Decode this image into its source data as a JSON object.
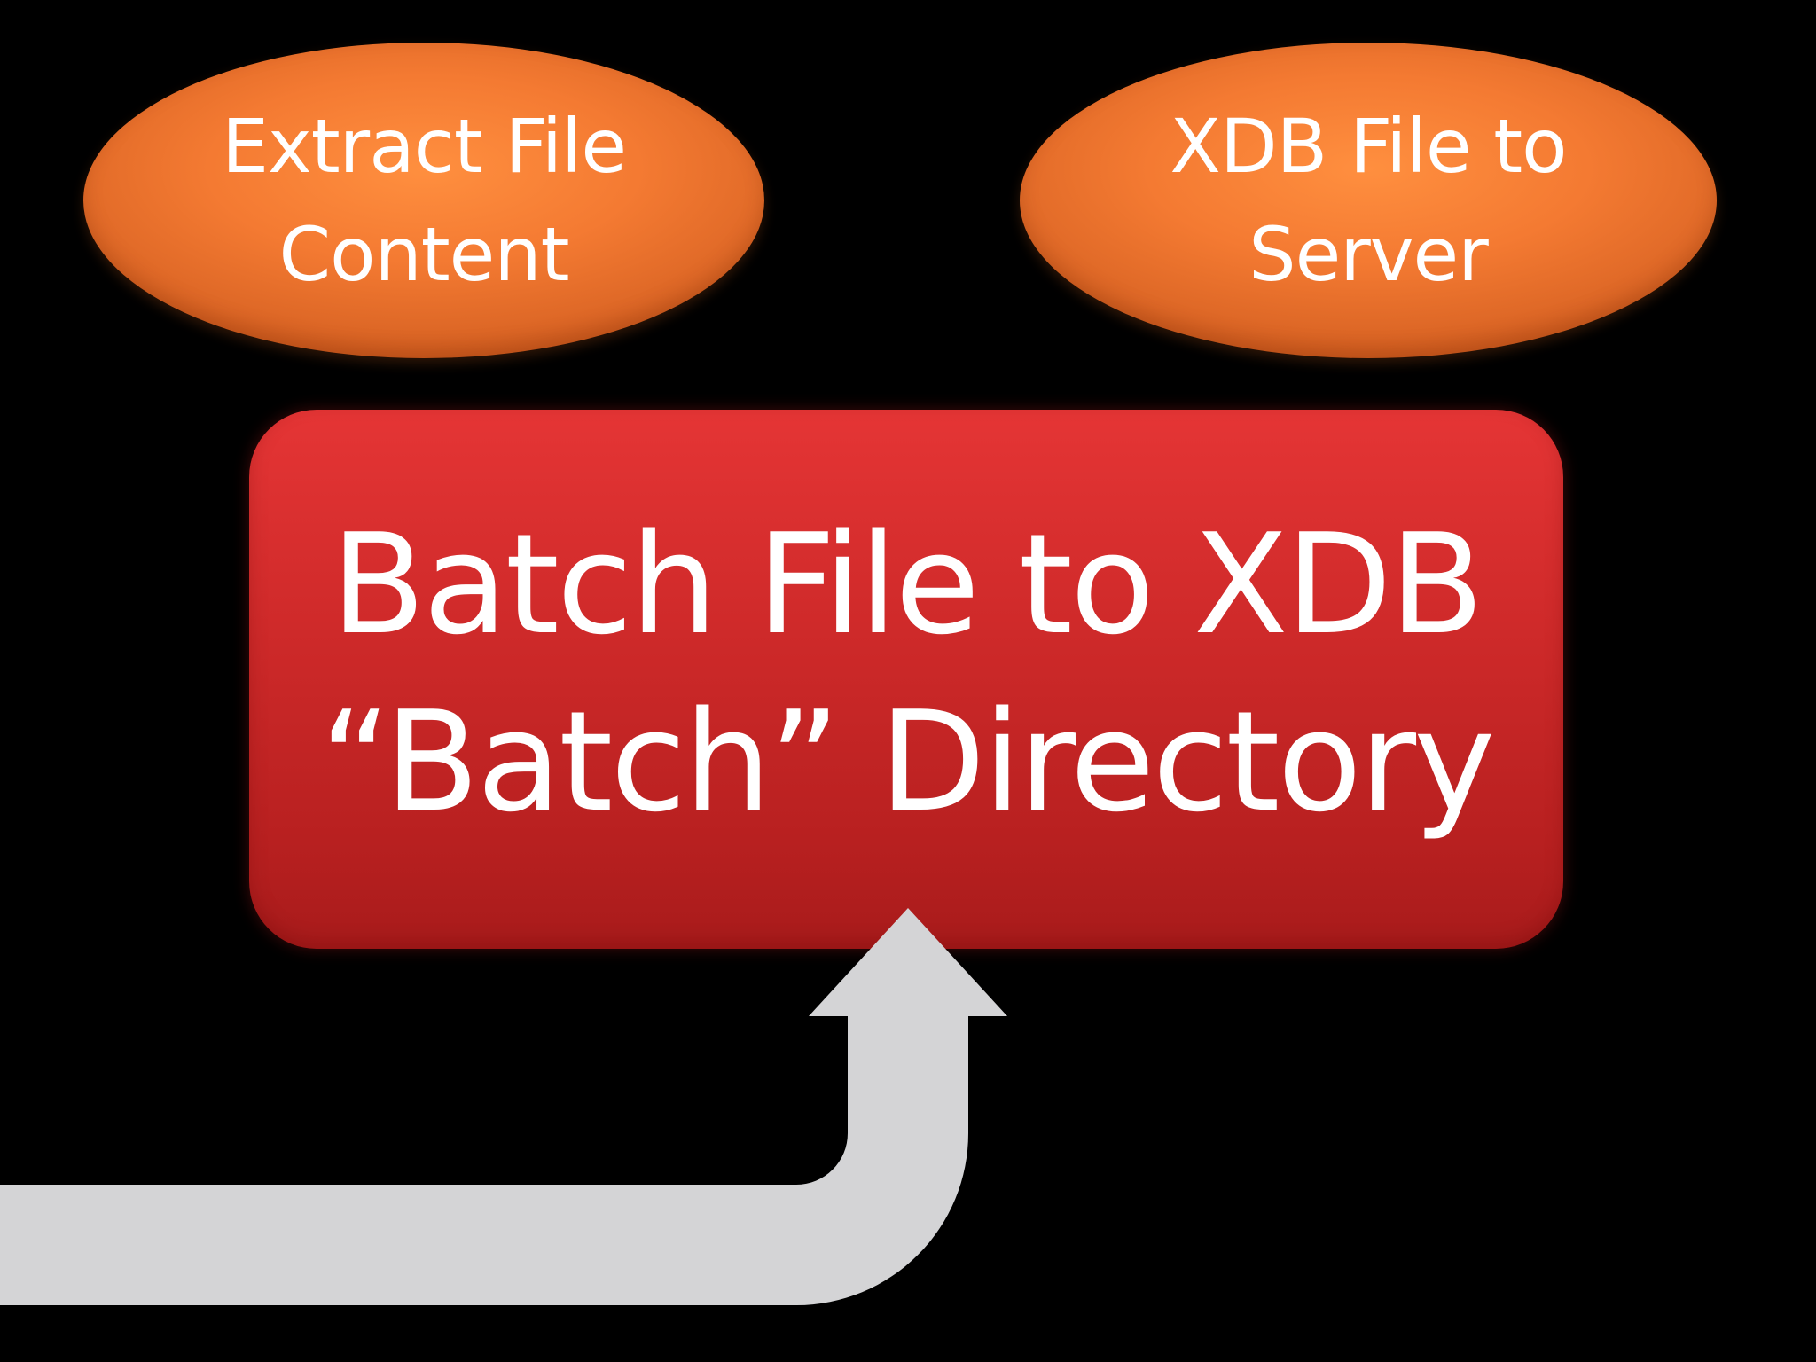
{
  "diagram": {
    "nodes": {
      "extract": {
        "line1": "Extract File",
        "line2": "Content"
      },
      "xdb_server": {
        "line1": "XDB File to",
        "line2": "Server"
      },
      "batch": {
        "line1": "Batch File to XDB",
        "line2": "“Batch” Directory"
      }
    },
    "colors": {
      "background": "#000000",
      "oval_fill": "#f47a32",
      "box_fill": "#cf2a2a",
      "arrow_fill": "#d4d4d6",
      "text": "#ffffff"
    }
  }
}
